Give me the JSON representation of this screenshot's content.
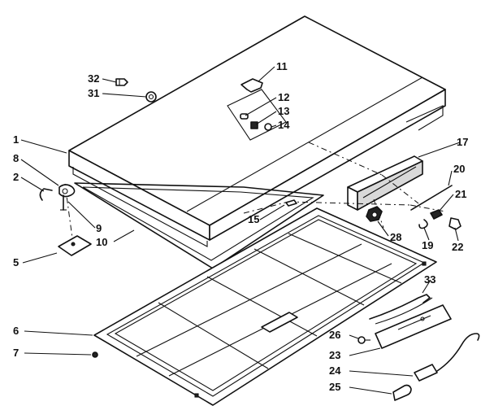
{
  "callouts": [
    {
      "id": "1",
      "text": "1"
    },
    {
      "id": "2",
      "text": "2"
    },
    {
      "id": "5",
      "text": "5"
    },
    {
      "id": "6",
      "text": "6"
    },
    {
      "id": "7",
      "text": "7"
    },
    {
      "id": "8",
      "text": "8"
    },
    {
      "id": "9",
      "text": "9"
    },
    {
      "id": "10",
      "text": "10"
    },
    {
      "id": "11",
      "text": "11"
    },
    {
      "id": "12",
      "text": "12"
    },
    {
      "id": "13",
      "text": "13"
    },
    {
      "id": "14",
      "text": "14"
    },
    {
      "id": "15",
      "text": "15"
    },
    {
      "id": "17",
      "text": "17"
    },
    {
      "id": "19",
      "text": "19"
    },
    {
      "id": "20",
      "text": "20"
    },
    {
      "id": "21",
      "text": "21"
    },
    {
      "id": "22",
      "text": "22"
    },
    {
      "id": "23",
      "text": "23"
    },
    {
      "id": "24",
      "text": "24"
    },
    {
      "id": "25",
      "text": "25"
    },
    {
      "id": "26",
      "text": "26"
    },
    {
      "id": "28",
      "text": "28"
    },
    {
      "id": "31",
      "text": "31"
    },
    {
      "id": "32",
      "text": "32"
    },
    {
      "id": "33",
      "text": "33"
    }
  ]
}
